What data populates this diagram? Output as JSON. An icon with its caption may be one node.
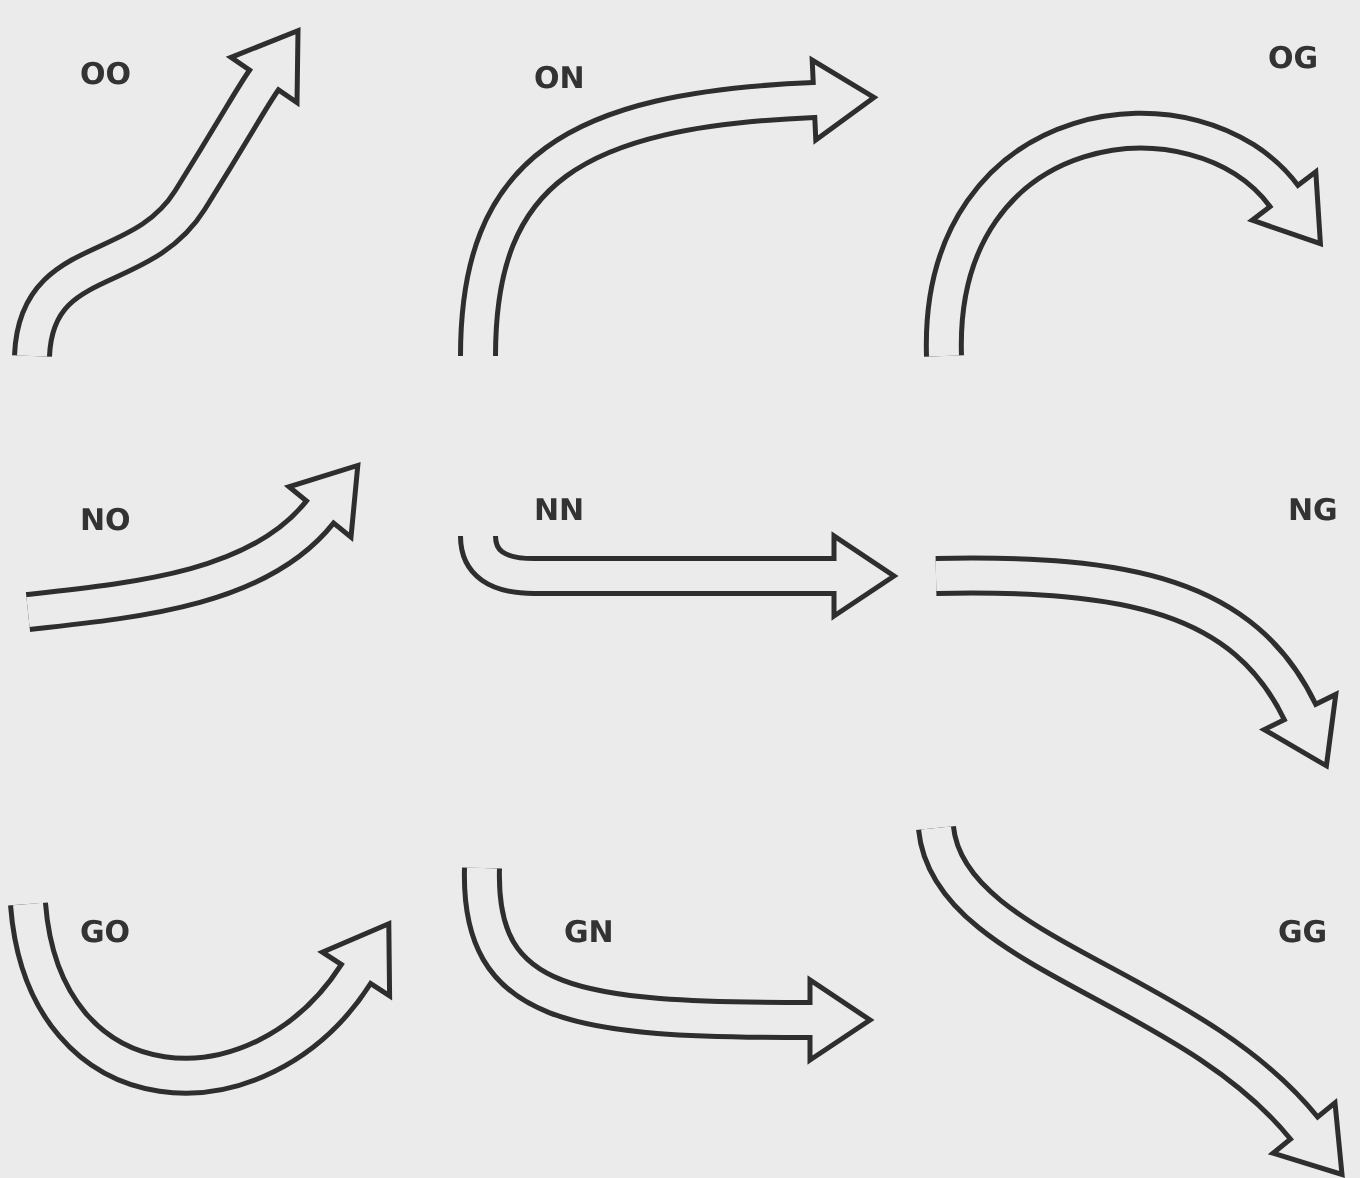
{
  "diagram": {
    "labels": [
      "OO",
      "ON",
      "OG",
      "NO",
      "NN",
      "NG",
      "GO",
      "GN",
      "GG"
    ]
  }
}
